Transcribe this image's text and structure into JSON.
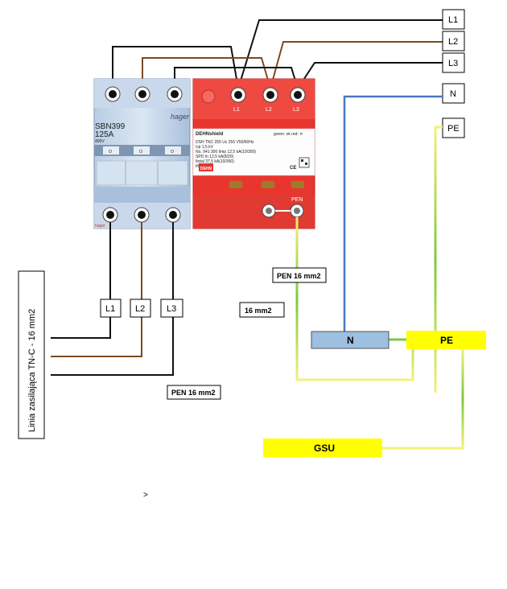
{
  "phase_labels_top": [
    "L1",
    "L2",
    "L3"
  ],
  "neutral_label": "N",
  "pe_label": "PE",
  "breaker": {
    "model": "SBN399",
    "rating": "125A",
    "voltage": "400V",
    "brand": "hager",
    "switch_mark": "O",
    "bottom_mark": "hager"
  },
  "spd": {
    "brand": "DEHNshield",
    "status": "green: ok  red: ✕",
    "terminal_labels": [
      "L1",
      "L2",
      "L3"
    ],
    "pen_label": "PEN",
    "logo": "DEHN",
    "ce": "CE",
    "spec_lines": [
      "DSH TNC 255 Uc  255 V50/60Hz",
      "Up  1,5 kV",
      "No. 941 300  Iimp 12,5 kA(10/350)",
      "SPD  In 12,5 kA(8/20)",
      "Itotal 37,5 kA(10/350)",
      "Ifi  160 A"
    ]
  },
  "phase_labels_bottom": [
    "L1",
    "L2",
    "L3"
  ],
  "pen_cable_label": "PEN 16 mm2",
  "cable_16_label": "16 mm2",
  "n_bar_label": "N",
  "pe_bar_label": "PE",
  "pen_main_label": "PEN 16 mm2",
  "gsu_label": "GSU",
  "supply_line_label": "Linia zasilająca TN-C - 16 mm2",
  "stray_mark": ">",
  "colors": {
    "l1_wire": "#111111",
    "l2_wire": "#7a4a1e",
    "l3_wire": "#111111",
    "neutral_wire": "#4a78c0",
    "pe_green": "#7ec843",
    "pe_yellow": "#f4f07a",
    "spd_red": "#e8362f",
    "breaker_blue": "#9fb8d6",
    "bar_yellow": "#ffff00",
    "n_bar_blue": "#9dbfe0"
  }
}
